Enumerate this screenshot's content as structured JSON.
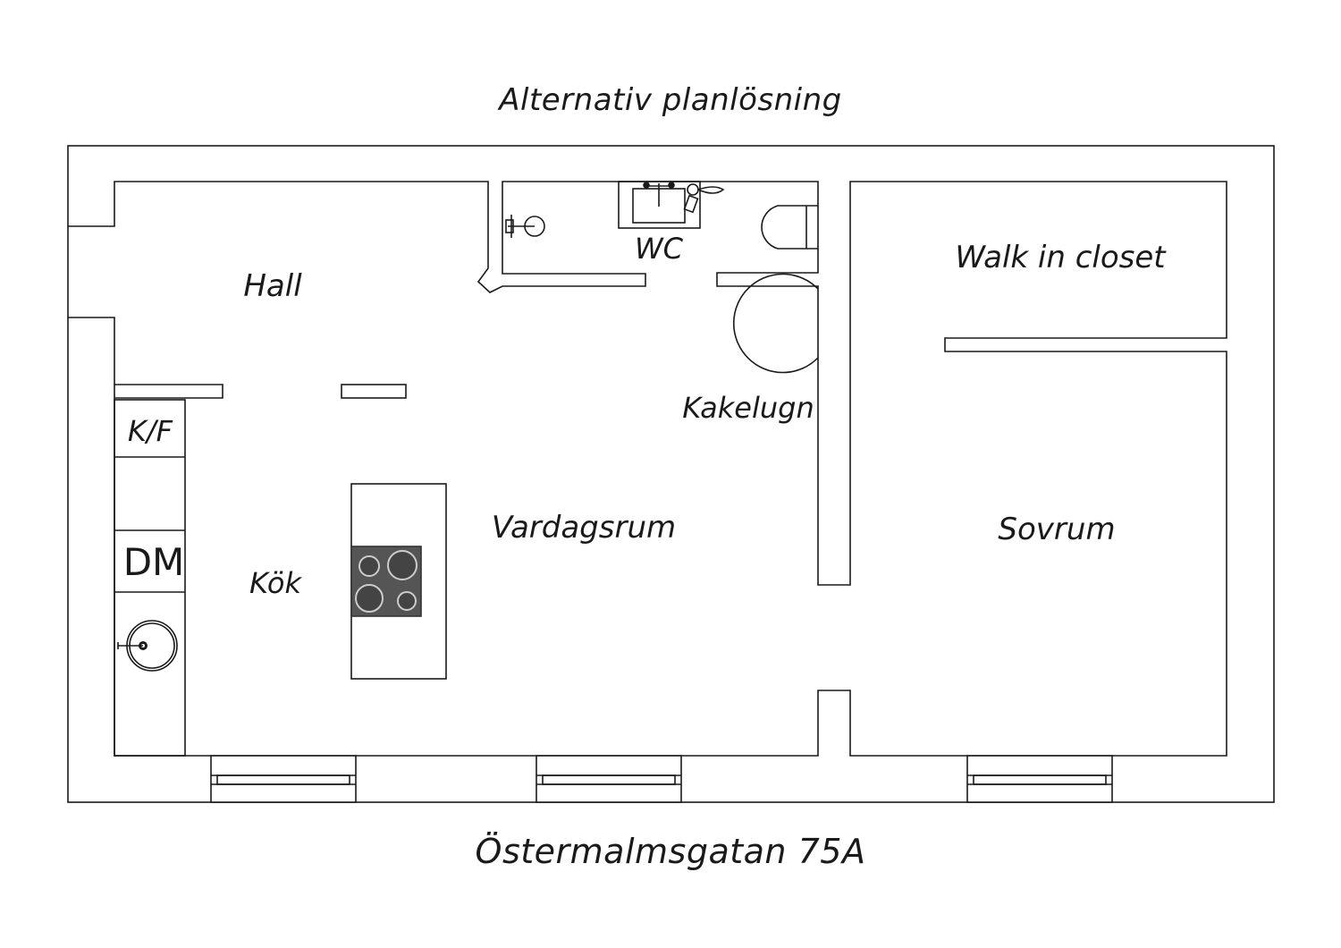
{
  "title": "Alternativ planlösning",
  "address": "Östermalmsgatan 75A",
  "rooms": {
    "hall": "Hall",
    "wc": "WC",
    "walk_in_closet": "Walk in closet",
    "kakelugn": "Kakelugn",
    "vardagsrum": "Vardagsrum",
    "sovrum": "Sovrum",
    "kok": "Kök"
  },
  "appliances": {
    "fridge_freezer": "K/F",
    "dishwasher": "DM"
  },
  "colors": {
    "line": "#1a1a1a",
    "stove": "#555555"
  }
}
